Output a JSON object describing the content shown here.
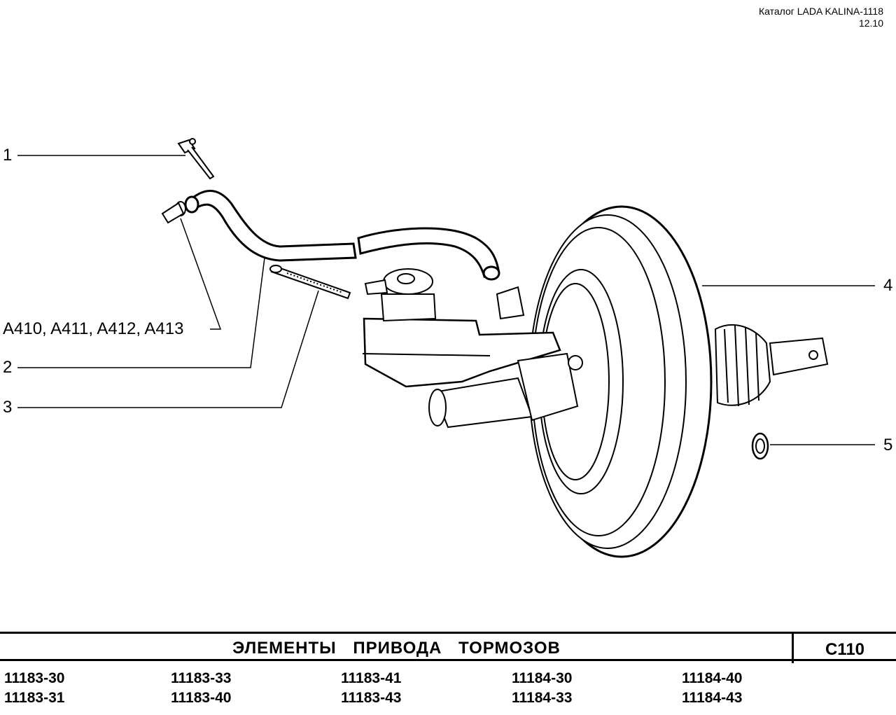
{
  "header": {
    "catalog": "Каталог LADA KALINA-1118",
    "date": "12.10"
  },
  "callouts": {
    "c1": "1",
    "c2": "2",
    "c3": "3",
    "c4": "4",
    "c5": "5",
    "ref": "A410, A411, A412, A413"
  },
  "title": {
    "text": "ЭЛЕМЕНТЫ   ПРИВОДА   ТОРМОЗОВ",
    "code": "C110"
  },
  "models": [
    "11183-30",
    "11183-33",
    "11183-41",
    "11184-30",
    "11184-40",
    "11183-31",
    "11183-40",
    "11183-43",
    "11184-33",
    "11184-43"
  ]
}
